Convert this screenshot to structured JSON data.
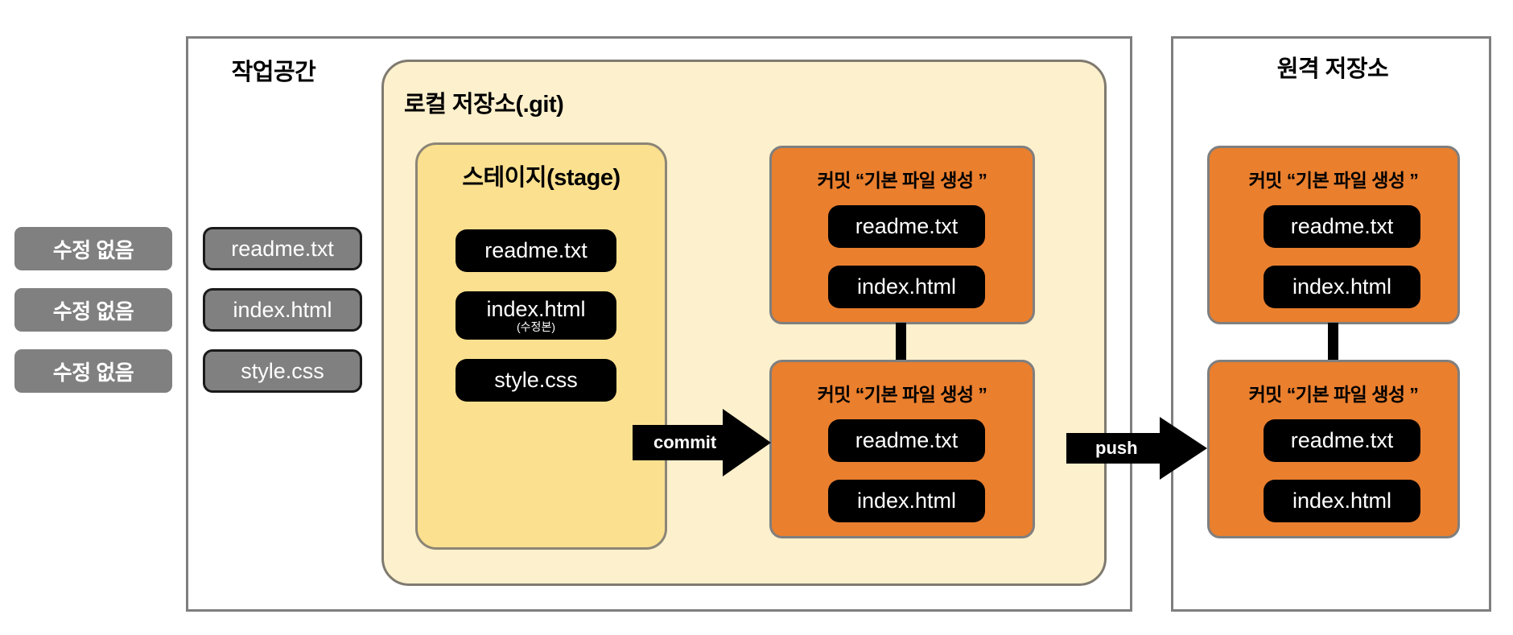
{
  "workspace": {
    "title": "작업공간",
    "status_badges": [
      "수정 없음",
      "수정 없음",
      "수정 없음"
    ],
    "files": [
      "readme.txt",
      "index.html",
      "style.css"
    ]
  },
  "local_repo": {
    "title": "로컬 저장소(.git)",
    "stage": {
      "title": "스테이지(stage)",
      "files": [
        {
          "name": "readme.txt",
          "sub": ""
        },
        {
          "name": "index.html",
          "sub": "(수정본)"
        },
        {
          "name": "style.css",
          "sub": ""
        }
      ]
    },
    "commits": [
      {
        "title": "커밋 “기본 파일 생성 ”",
        "files": [
          "readme.txt",
          "index.html"
        ]
      },
      {
        "title": "커밋 “기본 파일 생성 ”",
        "files": [
          "readme.txt",
          "index.html"
        ]
      }
    ]
  },
  "remote_repo": {
    "title": "원격 저장소",
    "commits": [
      {
        "title": "커밋 “기본 파일 생성 ”",
        "files": [
          "readme.txt",
          "index.html"
        ]
      },
      {
        "title": "커밋 “기본 파일 생성 ”",
        "files": [
          "readme.txt",
          "index.html"
        ]
      }
    ]
  },
  "arrows": {
    "commit_label": "commit",
    "push_label": "push"
  },
  "colors": {
    "panel_border": "#7f7f7f",
    "local_repo_fill": "#fdf0cc",
    "stage_fill": "#fbe08f",
    "commit_fill": "#ea7f2e",
    "file_pill_fill": "#000000",
    "status_badge_fill": "#808080",
    "arrow_fill": "#000000",
    "page_background": "#ffffff"
  }
}
